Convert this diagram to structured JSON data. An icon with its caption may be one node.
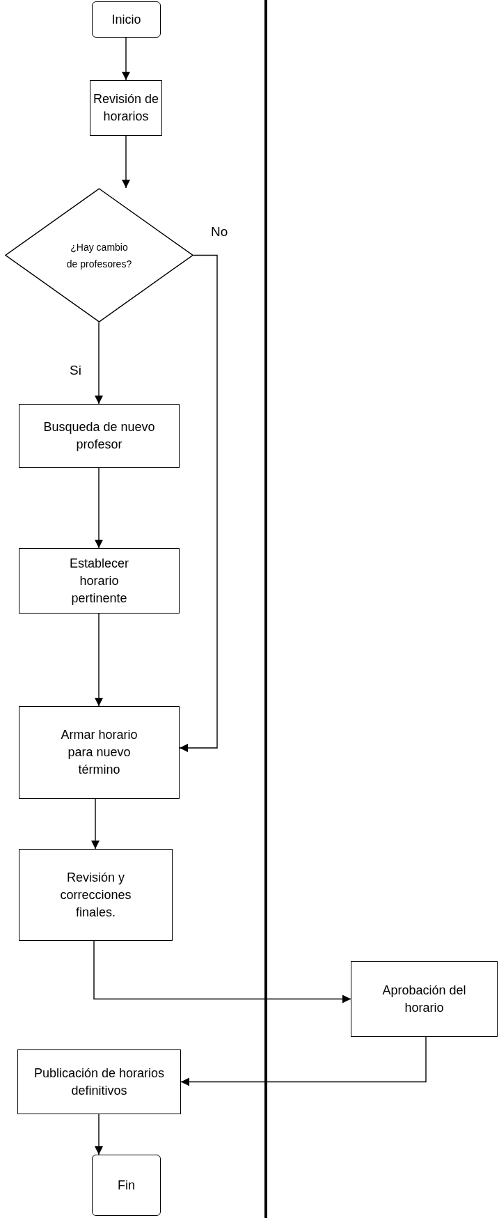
{
  "diagram": {
    "nodes": [
      {
        "text": [
          "Inicio"
        ]
      },
      {
        "text": [
          "Revisión de horarios"
        ]
      },
      {
        "text": [
          "¿Hay cambio de profesores?"
        ]
      },
      {
        "text": [
          "Busqueda de nuevo profesor"
        ]
      },
      {
        "text": [
          "Establecer horario pertinente"
        ]
      },
      {
        "text": [
          "Armar horario para nuevo término"
        ]
      },
      {
        "text": [
          "Revisión y correcciones finales."
        ]
      },
      {
        "text": [
          "Aprobación del horario"
        ]
      },
      {
        "text": [
          "Publicación de horarios definitivos"
        ]
      },
      {
        "text": [
          "Fin"
        ]
      }
    ],
    "edges": [
      {
        "from": 0,
        "to": 1,
        "arrow": "to"
      },
      {
        "from": 1,
        "to": 2,
        "arrow": "to"
      },
      {
        "from": 2,
        "to": 3,
        "arrow": "to",
        "label": "Si"
      },
      {
        "from": 3,
        "to": 4,
        "arrow": "to"
      },
      {
        "from": 4,
        "to": 5,
        "arrow": "to"
      },
      {
        "from": 2,
        "to": 5,
        "arrow": "to",
        "label": "No"
      },
      {
        "from": 5,
        "to": 6,
        "arrow": "to"
      },
      {
        "from": 6,
        "to": 7,
        "arrow": "to"
      },
      {
        "from": 7,
        "to": 8,
        "arrow": "to"
      },
      {
        "from": 8,
        "to": 9,
        "arrow": "to"
      }
    ]
  }
}
